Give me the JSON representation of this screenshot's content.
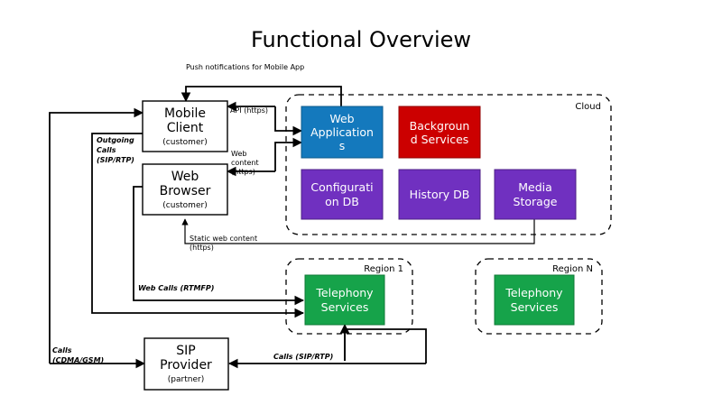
{
  "title": "Functional Overview",
  "colors": {
    "web_applications": "#1479bd",
    "background_services": "#cc0000",
    "database": "#7030c0",
    "telephony": "#16a34a",
    "line": "#000000",
    "background": "#ffffff"
  },
  "clients": [
    {
      "id": "mobile-client",
      "label_line1": "Mobile",
      "label_line2": "Client",
      "sub": "(customer)"
    },
    {
      "id": "web-browser",
      "label_line1": "Web",
      "label_line2": "Browser",
      "sub": "(customer)"
    },
    {
      "id": "sip-provider",
      "label_line1": "SIP",
      "label_line2": "Provider",
      "sub": "(partner)"
    }
  ],
  "groups": [
    {
      "id": "cloud",
      "label": "Cloud"
    },
    {
      "id": "region-1",
      "label": "Region 1"
    },
    {
      "id": "region-n",
      "label": "Region N"
    }
  ],
  "cloud_services": [
    {
      "id": "web-applications",
      "line1": "Web",
      "line2": "Application",
      "line3": "s",
      "color": "#1479bd"
    },
    {
      "id": "background-services",
      "line1": "Backgroun",
      "line2": "d Services",
      "line3": "",
      "color": "#cc0000"
    },
    {
      "id": "configuration-db",
      "line1": "Configurati",
      "line2": "on DB",
      "line3": "",
      "color": "#7030c0"
    },
    {
      "id": "history-db",
      "line1": "History DB",
      "line2": "",
      "line3": "",
      "color": "#7030c0"
    },
    {
      "id": "media-storage",
      "line1": "Media",
      "line2": "Storage",
      "line3": "",
      "color": "#7030c0"
    }
  ],
  "region_services": [
    {
      "id": "telephony-region-1",
      "line1": "Telephony",
      "line2": "Services",
      "color": "#16a34a"
    },
    {
      "id": "telephony-region-n",
      "line1": "Telephony",
      "line2": "Services",
      "color": "#16a34a"
    }
  ],
  "edges": [
    {
      "id": "push-notifications",
      "label": "Push notifications for Mobile App",
      "style": "upright"
    },
    {
      "id": "api-https",
      "label": "API (https)",
      "style": "upright"
    },
    {
      "id": "web-content",
      "label_line1": "Web",
      "label_line2": "content",
      "label_line3": "(https)",
      "style": "upright"
    },
    {
      "id": "static-web-content",
      "label_line1": "Static web content",
      "label_line2": "(https)",
      "style": "upright"
    },
    {
      "id": "outgoing-calls",
      "label_line1": "Outgoing",
      "label_line2": "Calls",
      "label_line3": "(SIP/RTP)",
      "style": "italic"
    },
    {
      "id": "web-calls",
      "label": "Web Calls (RTMFP)",
      "style": "italic"
    },
    {
      "id": "calls-cdma-gsm",
      "label_line1": "Calls",
      "label_line2": "(CDMA/GSM)",
      "style": "italic"
    },
    {
      "id": "calls-sip-rtp",
      "label": "Calls (SIP/RTP)",
      "style": "italic"
    }
  ]
}
